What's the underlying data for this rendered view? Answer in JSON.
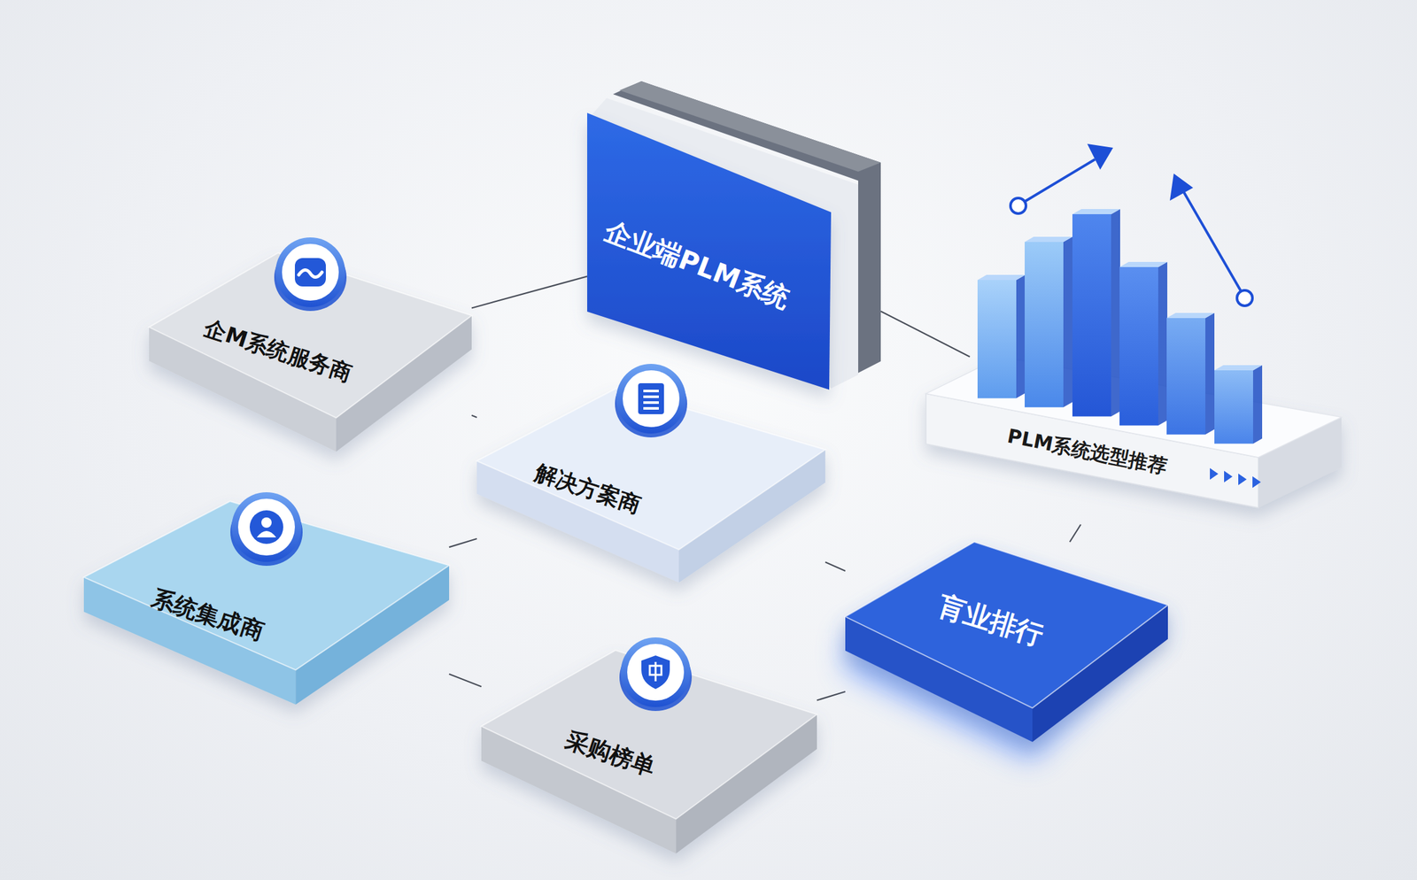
{
  "diagram": {
    "nodes": [
      {
        "text": [
          "企业端PLM系统"
        ]
      },
      {
        "text": [
          "企M系统服务商"
        ]
      },
      {
        "text": [
          "PLM系统选型推荐"
        ]
      },
      {
        "text": [
          "解决方案商"
        ]
      },
      {
        "text": [
          "系统集成商"
        ]
      },
      {
        "text": [
          "肓业排行"
        ]
      },
      {
        "text": [
          "采购榜单"
        ]
      }
    ],
    "edges": [
      {
        "from": 1,
        "to": 0,
        "arrow": "none"
      },
      {
        "from": 0,
        "to": 2,
        "arrow": "none"
      },
      {
        "from": 1,
        "to": 3,
        "arrow": "none"
      },
      {
        "from": 3,
        "to": 5,
        "arrow": "none"
      },
      {
        "from": 3,
        "to": 4,
        "arrow": "none"
      },
      {
        "from": 4,
        "to": 6,
        "arrow": "none"
      },
      {
        "from": 6,
        "to": 5,
        "arrow": "none"
      },
      {
        "from": 2,
        "to": 5,
        "arrow": "none"
      }
    ]
  }
}
